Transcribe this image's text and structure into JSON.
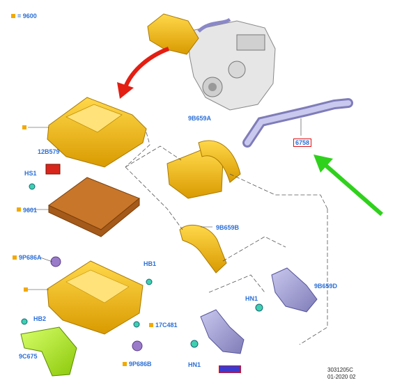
{
  "legend": {
    "color": "#f2a900",
    "label": "= 9600"
  },
  "labels": {
    "9B659A": "9B659A",
    "12B579": "12B579",
    "HS1": "HS1",
    "9601": "9601",
    "9B659B": "9B659B",
    "9P686A": "9P686A",
    "HB1": "HB1",
    "HB2": "HB2",
    "17C481": "17C481",
    "9C675": "9C675",
    "9P686B": "9P686B",
    "HN1_left": "HN1",
    "HN1_right": "HN1",
    "9B659D": "9B659D",
    "6758": "6758"
  },
  "footer": {
    "line1": "3031205C",
    "line2": "01-2020 02"
  },
  "colors": {
    "yellow_part": "#f2b600",
    "orange_filter": "#c8762a",
    "lavender_part": "#a7a6d6",
    "red_arrow": "#e31e12",
    "green_arrow": "#2fd11c",
    "label_blue": "#2b6fd6",
    "highlight_box": "#e01010"
  }
}
